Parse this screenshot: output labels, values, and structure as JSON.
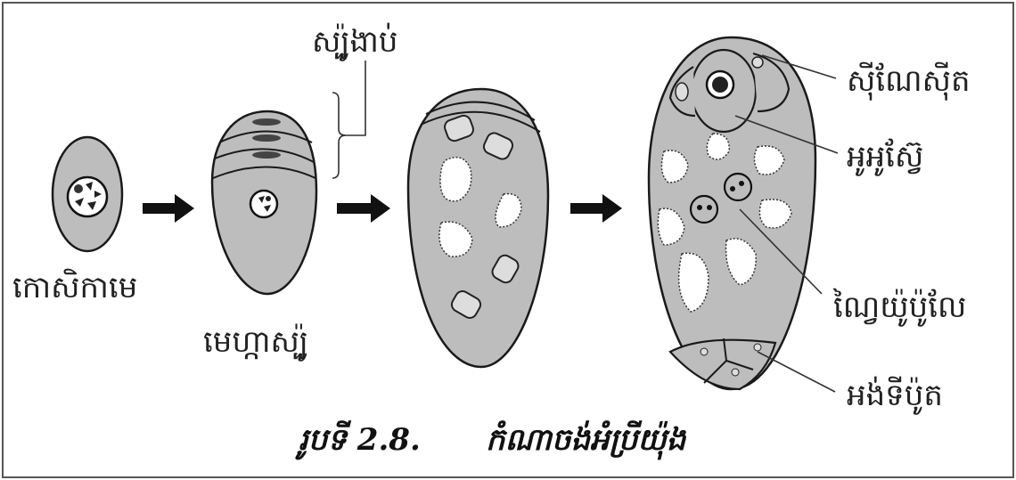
{
  "labels": {
    "mother_cell": "កោសិកាមេ",
    "megaspore": "មេហ្កាស្ប៉ូ",
    "dead_spores": "ស្ប៉ូងាប់",
    "synergid": "សុីណែសុីត",
    "oosphere": "អូអូស្វ៊ែ",
    "polar_nuclei": "ណៃ្វយ៉ូប៉ូលែ",
    "antipodal": "អង់ទីប៉ូត"
  },
  "caption": {
    "prefix": "រូបទី 2.8.",
    "title": "កំណាចង់អំប្រីយ៉ុង"
  },
  "colors": {
    "cell_fill": "#bdbdbd",
    "outline": "#1a1a1a"
  }
}
